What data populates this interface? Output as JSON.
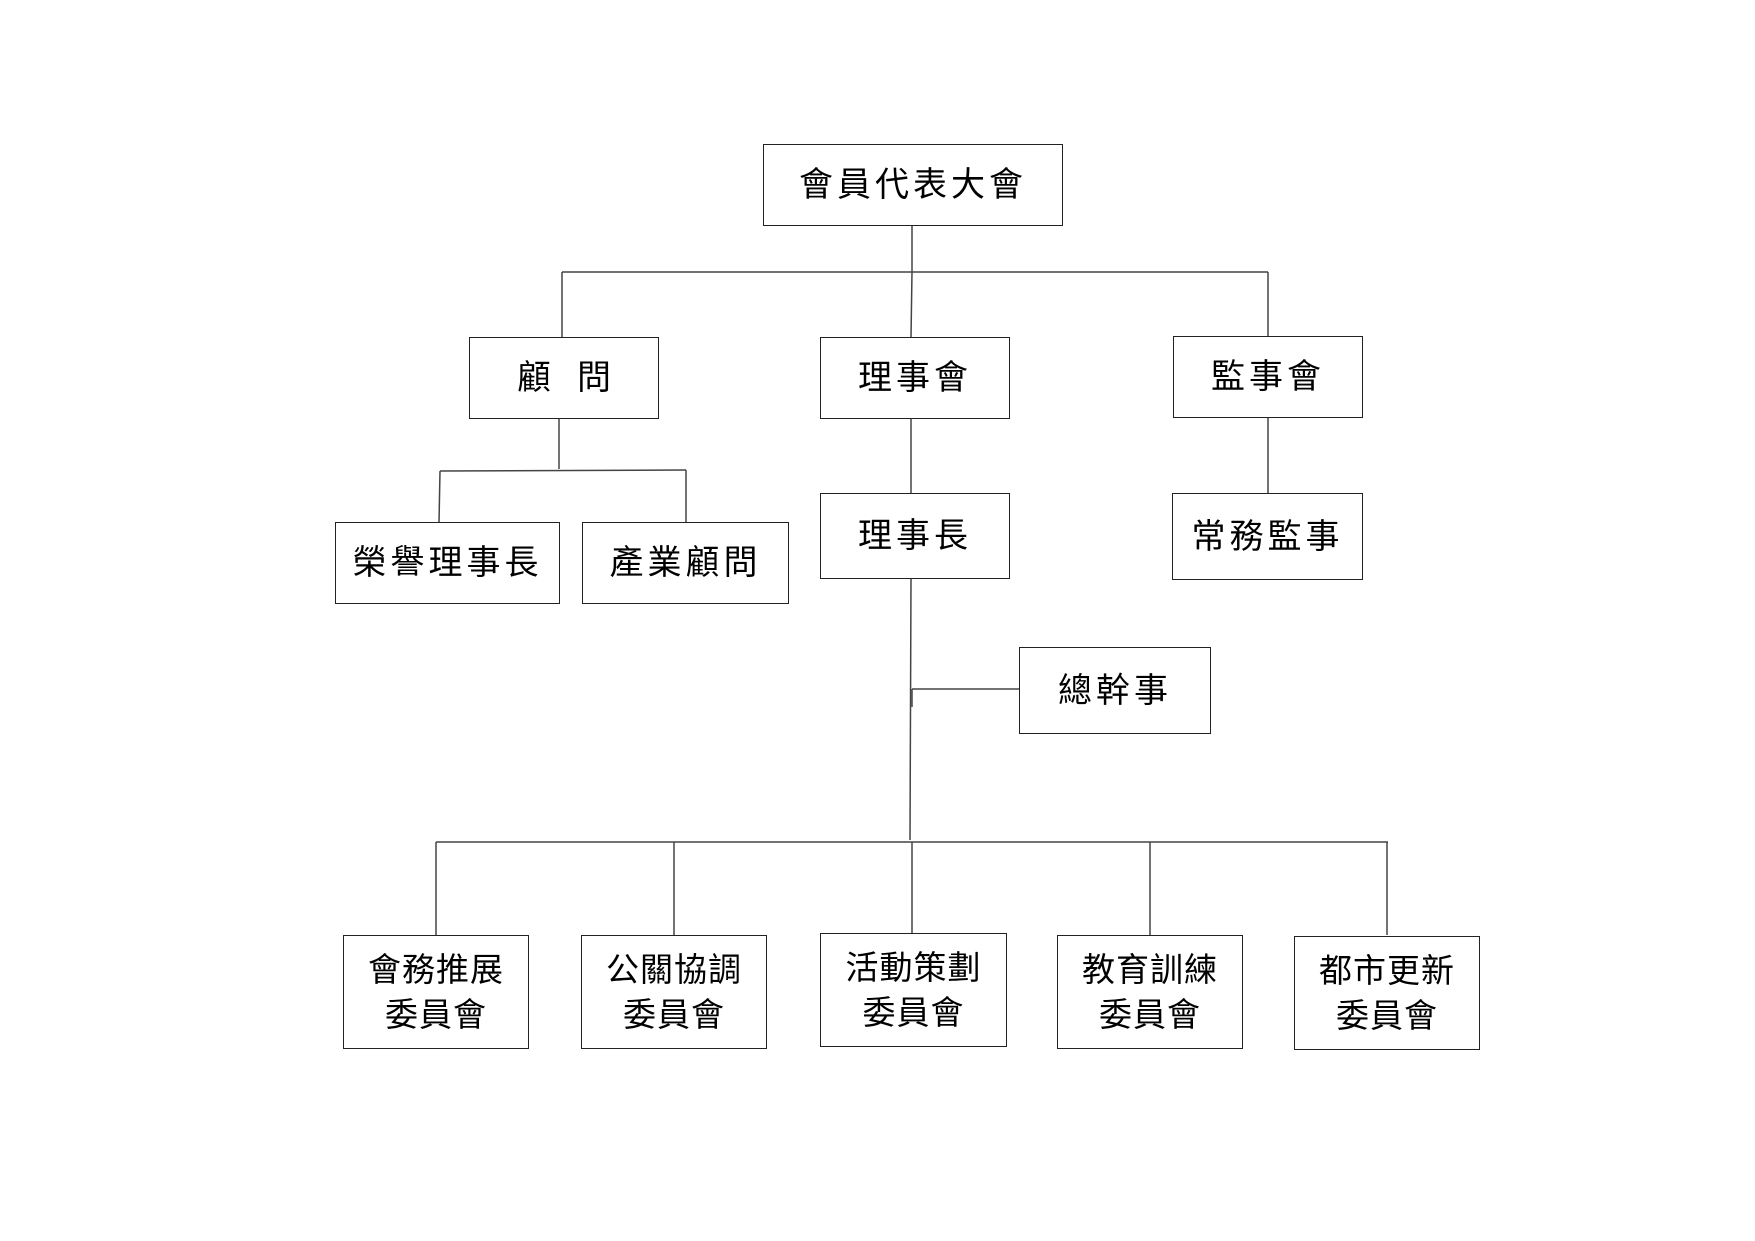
{
  "org_chart": {
    "root": {
      "label": "會員代表大會"
    },
    "advisor": {
      "label": "顧問",
      "children": [
        "榮譽理事長",
        "產業顧問"
      ]
    },
    "board": {
      "label": "理事會"
    },
    "supervisors": {
      "label": "監事會"
    },
    "chairman": {
      "label": "理事長"
    },
    "standing_supervisor": {
      "label": "常務監事"
    },
    "secretary_general": {
      "label": "總幹事"
    },
    "committees": [
      {
        "line1": "會務推展",
        "line2": "委員會"
      },
      {
        "line1": "公關協調",
        "line2": "委員會"
      },
      {
        "line1": "活動策劃",
        "line2": "委員會"
      },
      {
        "line1": "教育訓練",
        "line2": "委員會"
      },
      {
        "line1": "都市更新",
        "line2": "委員會"
      }
    ]
  }
}
